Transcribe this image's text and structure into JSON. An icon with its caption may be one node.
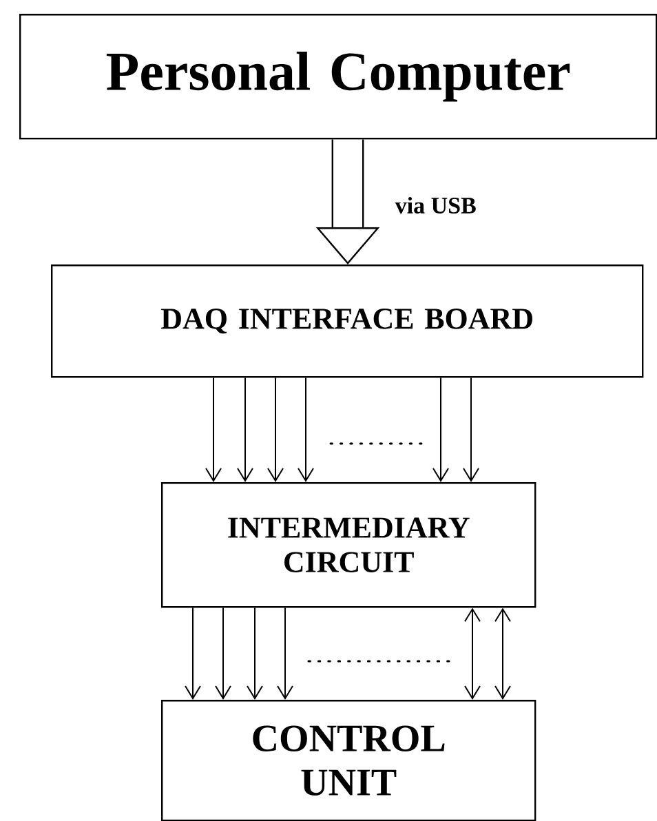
{
  "diagram": {
    "nodes": [
      {
        "text": [
          "Personal Computer"
        ]
      },
      {
        "text": [
          "DAQ INTERFACE BOARD"
        ]
      },
      {
        "text": [
          "INTERMEDIARY CIRCUIT"
        ]
      },
      {
        "text": [
          "CONTROL UNIT"
        ]
      }
    ],
    "edges": [
      {
        "from": 0,
        "to": 1,
        "arrow": "to",
        "label": "via USB",
        "style": "thick"
      },
      {
        "from": 1,
        "to": 2,
        "arrow": "to"
      },
      {
        "from": 1,
        "to": 2,
        "arrow": "to"
      },
      {
        "from": 1,
        "to": 2,
        "arrow": "to"
      },
      {
        "from": 1,
        "to": 2,
        "arrow": "to"
      },
      {
        "from": 1,
        "to": 2,
        "arrow": "to"
      },
      {
        "from": 1,
        "to": 2,
        "arrow": "to"
      },
      {
        "from": 2,
        "to": 3,
        "arrow": "to"
      },
      {
        "from": 2,
        "to": 3,
        "arrow": "to"
      },
      {
        "from": 2,
        "to": 3,
        "arrow": "to"
      },
      {
        "from": 2,
        "to": 3,
        "arrow": "to"
      },
      {
        "from": 2,
        "to": 3,
        "arrow": "both"
      },
      {
        "from": 2,
        "to": 3,
        "arrow": "both"
      }
    ]
  }
}
